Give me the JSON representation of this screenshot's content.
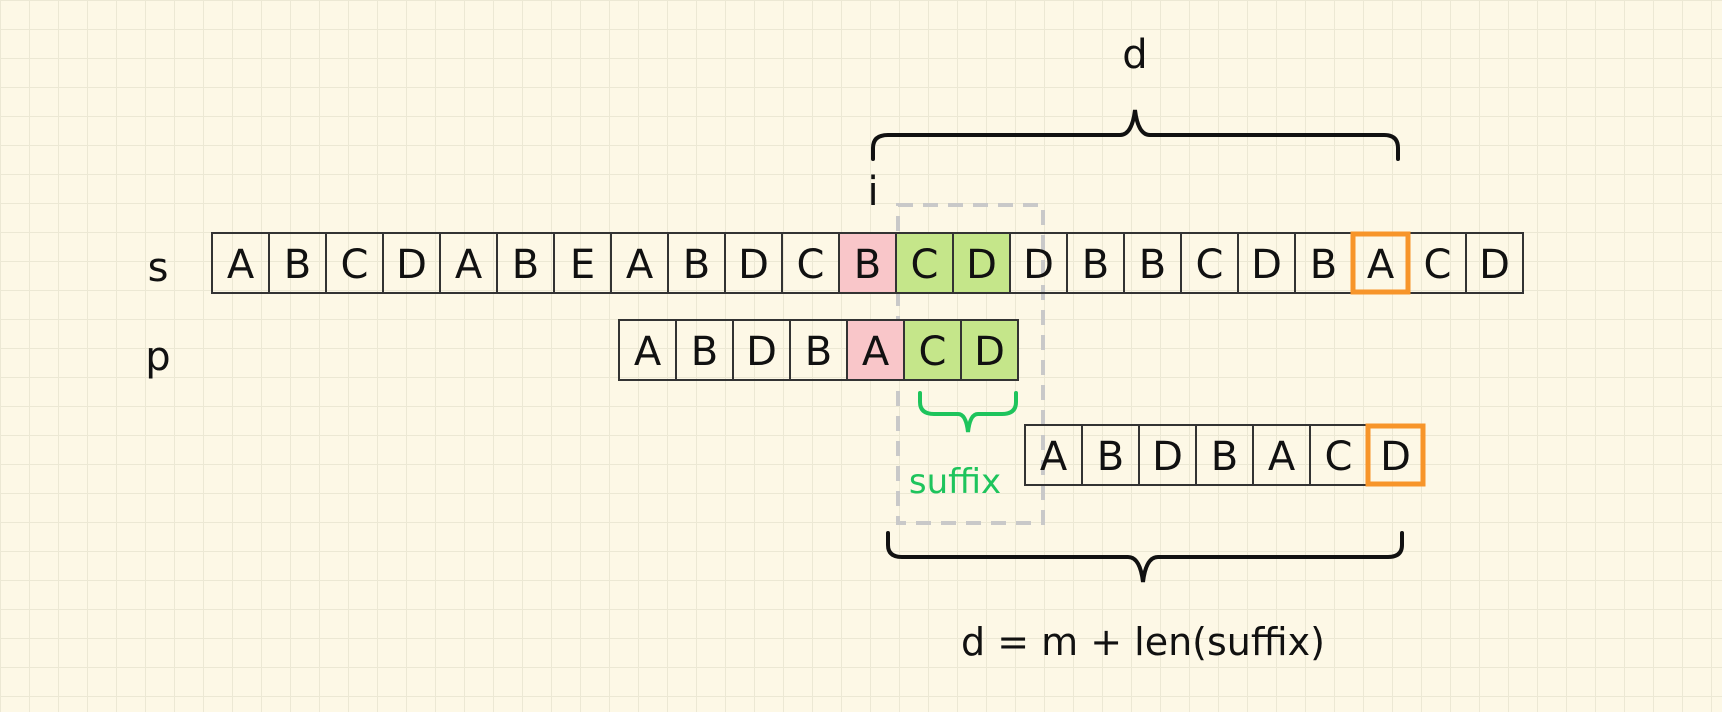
{
  "labels": {
    "s_row": "s",
    "p_row": "p",
    "index_i": "i",
    "distance_d": "d",
    "suffix": "suffix",
    "formula": "d = m + len(suffix)"
  },
  "colors": {
    "background": "#fdf8e6",
    "grid": "#ece8d4",
    "mismatch_fill": "#f9c6c9",
    "match_fill": "#c5e68a",
    "highlight_border": "#f7952a",
    "suffix_green": "#1ec45c",
    "dashed_box": "#c9c9c9"
  },
  "rows": {
    "s": {
      "cells": [
        "A",
        "B",
        "C",
        "D",
        "A",
        "B",
        "E",
        "A",
        "B",
        "D",
        "C",
        "B",
        "C",
        "D",
        "D",
        "B",
        "B",
        "C",
        "D",
        "B",
        "A",
        "C",
        "D"
      ],
      "mismatch_index": [
        11
      ],
      "match_index": [
        12,
        13
      ],
      "highlight_index": [
        20
      ]
    },
    "p_current": {
      "cells": [
        "A",
        "B",
        "D",
        "B",
        "A",
        "C",
        "D"
      ],
      "mismatch_index": [
        4
      ],
      "match_index": [
        5,
        6
      ],
      "highlight_index": []
    },
    "p_shifted": {
      "cells": [
        "A",
        "B",
        "D",
        "B",
        "A",
        "C",
        "D"
      ],
      "mismatch_index": [],
      "match_index": [],
      "highlight_index": [
        6
      ]
    }
  }
}
